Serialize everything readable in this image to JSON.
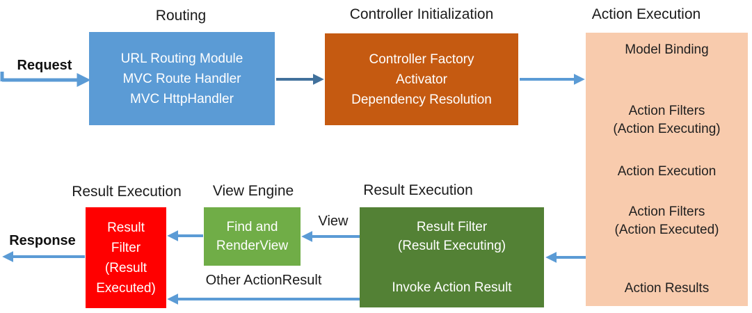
{
  "labels": {
    "request": "Request",
    "response": "Response",
    "view": "View",
    "other_action_result": "Other ActionResult"
  },
  "stages": {
    "routing": {
      "title": "Routing",
      "lines": [
        "URL Routing Module",
        "MVC Route Handler",
        "MVC HttpHandler"
      ]
    },
    "controller_initialization": {
      "title": "Controller Initialization",
      "lines": [
        "Controller Factory",
        "Activator",
        "Dependency Resolution"
      ]
    },
    "action_execution": {
      "title": "Action Execution",
      "lines": [
        "Model Binding",
        "Action Filters",
        "(Action Executing)",
        "Action Execution",
        "Action Filters",
        "(Action Executed)",
        "Action Results"
      ]
    },
    "result_execution_filter": {
      "title": "Result Execution",
      "lines": [
        "Result Filter",
        "(Result Executing)",
        "Invoke Action Result"
      ]
    },
    "view_engine": {
      "title": "View Engine",
      "lines": [
        "Find and",
        "RenderView"
      ]
    },
    "result_execution_final": {
      "title": "Result Execution",
      "lines": [
        "Result",
        "Filter",
        "(Result",
        "Executed)"
      ]
    }
  },
  "colors": {
    "routing_box": "#5B9BD5",
    "controller_box": "#C55A11",
    "action_box": "#F8CBAD",
    "result_final_box": "#FF0000",
    "view_engine_box": "#70AD47",
    "result_filter_box": "#538135",
    "arrow_light": "#5B9BD5",
    "arrow_dark": "#41719C"
  }
}
